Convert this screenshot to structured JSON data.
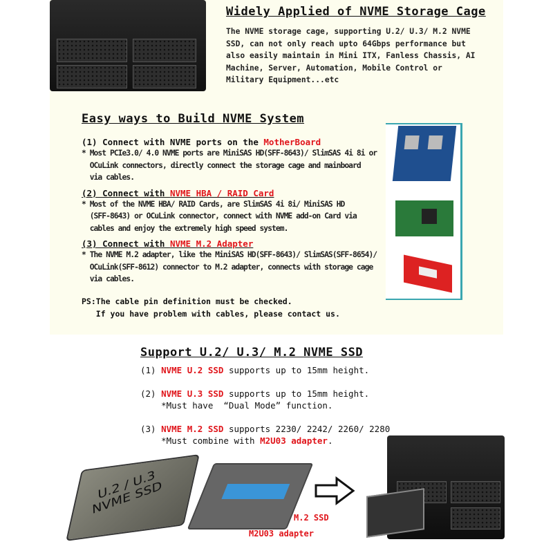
{
  "top": {
    "title": "Widely Applied of NVME Storage Cage",
    "paragraph": [
      "The NVME storage cage, supporting U.2/ U.3/ M.2 NVME",
      "SSD, can not only reach upto 64Gbps performance but",
      "also easily maintain in Mini ITX, Fanless Chassis, AI",
      "Machine, Server, Automation, Mobile Control or",
      "Military Equipment...etc"
    ]
  },
  "build": {
    "title": "Easy ways to Build NVME System",
    "items": [
      {
        "prefix": "(1) Connect with NVME ports on the ",
        "highlight": "MotherBoard",
        "lines": [
          "* Most PCIe3.0/ 4.0 NVME ports are MiniSAS HD(SFF-8643)/ SlimSAS 4i 8i or",
          "  OCuLink connectors, directly connect the storage cage and mainboard",
          "  via cables."
        ]
      },
      {
        "prefix": "(2) Connect with ",
        "highlight": "NVME HBA / RAID Card",
        "lines": [
          "* Most of the NVME HBA/ RAID Cards, are SlimSAS 4i 8i/ MiniSAS HD",
          "  (SFF-8643) or OCuLink connector, connect with NVME add-on Card via",
          "  cables and enjoy the extremely high speed system."
        ]
      },
      {
        "prefix": "(3) Connect with ",
        "highlight": "NVME M.2 Adapter",
        "lines": [
          "* The NVME M.2 adapter, like the MiniSAS HD(SFF-8643)/ SlimSAS(SFF-8654)/",
          "  OCuLink(SFF-8612) connector to M.2 adapter, connects with storage cage",
          "  via cables."
        ]
      }
    ],
    "ps": [
      "PS:The cable pin definition must be checked.",
      "   If you have problem with cables, please contact us."
    ]
  },
  "support": {
    "title": "Support U.2/ U.3/ M.2 NVME SSD",
    "items": [
      {
        "num": "(1) ",
        "highlight": "NVME U.2 SSD",
        "rest": " supports up to 15mm height.",
        "note_pre": "",
        "note_hl": "",
        "note_post": ""
      },
      {
        "num": "(2) ",
        "highlight": "NVME U.3 SSD",
        "rest": " supports up to 15mm height.",
        "note_pre": "    *Must have  “Dual Mode” function.",
        "note_hl": "",
        "note_post": ""
      },
      {
        "num": "(3) ",
        "highlight": "NVME M.2 SSD",
        "rest": " supports 2230/ 2242/ 2260/ 2280",
        "note_pre": "    *Must combine with ",
        "note_hl": "M2U03 adapter",
        "note_post": "."
      }
    ]
  },
  "illustration": {
    "ssd_label_1": "U.2 / U.3",
    "ssd_label_2": "NVME SSD",
    "m2_label": "M.2 SSD",
    "adapter_label": "M2U03 adapter"
  },
  "colors": {
    "accent": "#e0151b",
    "panel": "#fdfdee",
    "frame": "#3aa6b0"
  }
}
